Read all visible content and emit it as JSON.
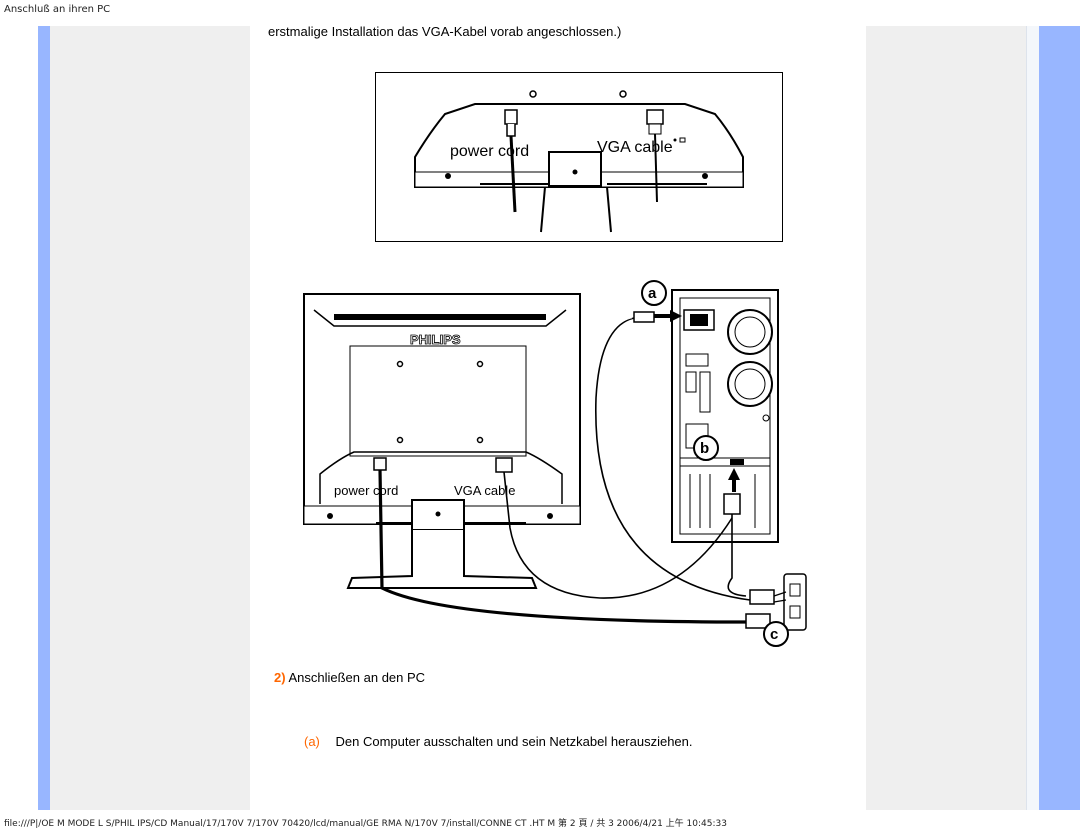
{
  "page": {
    "header_title": "Anschluß an ihren PC",
    "top_text": "erstmalige Installation das VGA-Kabel vorab angeschlossen.)",
    "footer_path": "file:///P|/OE M MODE L S/PHIL IPS/CD Manual/17/170V 7/170V 70420/lcd/manual/GE RMA N/170V 7/install/CONNE CT .HT M 第 2 頁 / 共 3 2006/4/21 上午 10:45:33"
  },
  "figure_top": {
    "power_cord_label": "power cord",
    "vga_cable_label": "VGA cable"
  },
  "figure_main": {
    "brand_label": "PHILIPS",
    "power_cord_label": "power cord",
    "vga_cable_label": "VGA cable",
    "marker_a": "a",
    "marker_b": "b",
    "marker_c": "c"
  },
  "steps": {
    "heading_number": "2)",
    "heading_text": "Anschließen an den PC",
    "step_a_label": "(a)",
    "step_a_text": "Den Computer ausschalten und sein Netzkabel herausziehen."
  },
  "colors": {
    "accent_orange": "#ff6600",
    "side_blue": "#98b6ff",
    "side_gray": "#efefef"
  }
}
